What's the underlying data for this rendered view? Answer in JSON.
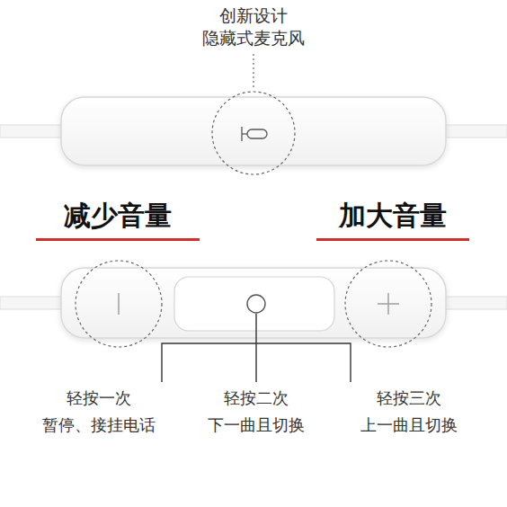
{
  "diagram": {
    "labels": [
      "创新设计",
      "隐藏式麦克风",
      "减少音量",
      "加大音量",
      "轻按一次",
      "暂停、接挂电话",
      "轻按二次",
      "下一曲且切换",
      "轻按三次",
      "上一曲且切换"
    ]
  }
}
